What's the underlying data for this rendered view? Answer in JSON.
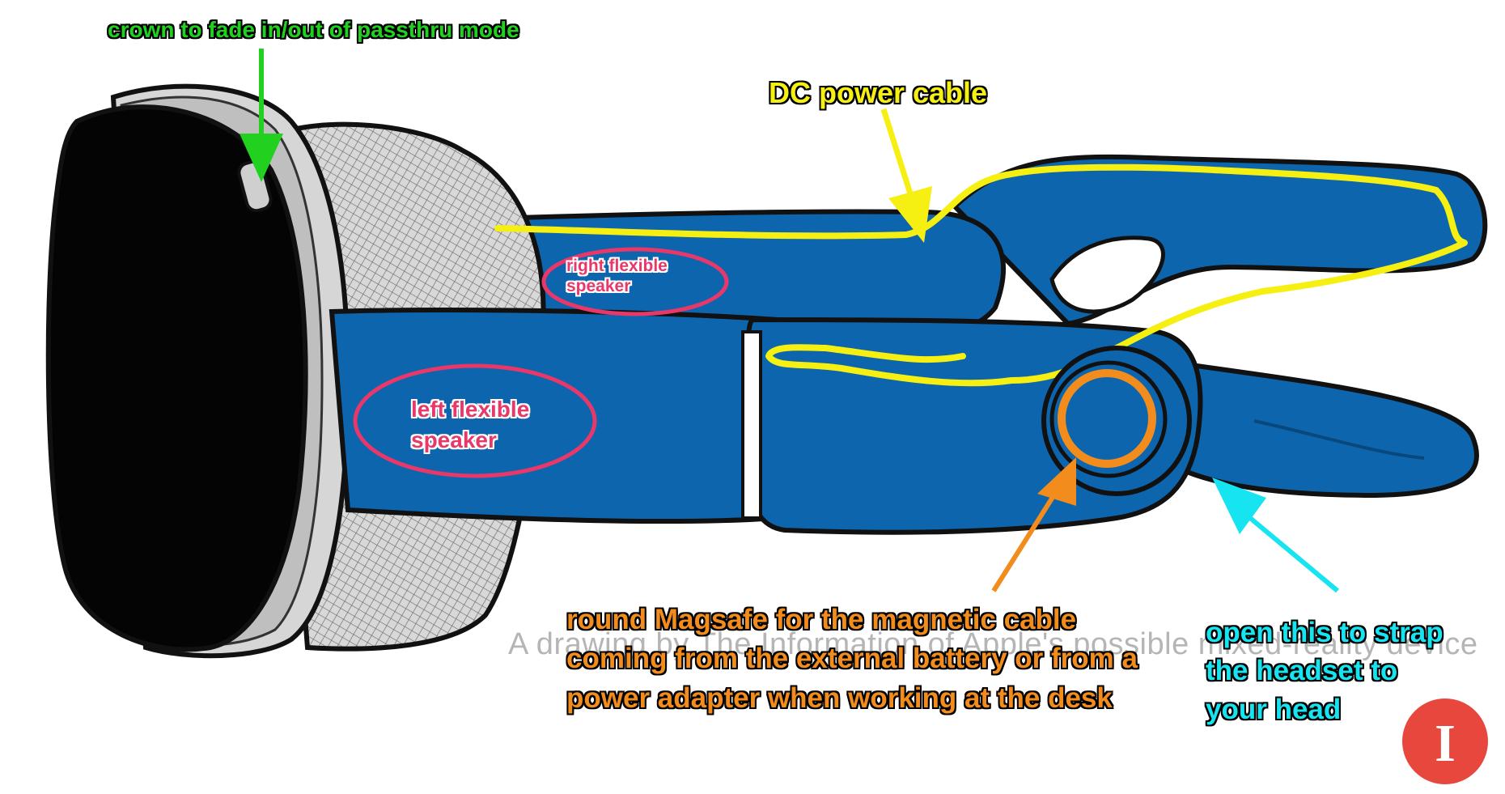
{
  "annotations": {
    "crown": "crown to fade in/out of passthru mode",
    "dc_cable": "DC power cable",
    "right_speaker": "right flexible\nspeaker",
    "left_speaker": "left flexible\nspeaker",
    "magsafe": "round Magsafe for the magnetic cable\ncoming from the external battery or from a\npower adapter when working at the desk",
    "strap": "open this to strap\nthe headset to\nyour head"
  },
  "caption": "A drawing by The Information of Apple's possible mixed-reality device",
  "logo_glyph": "I",
  "colors": {
    "strap_blue": "#0d65ad",
    "crown_label": "#22d11f",
    "cable_yellow": "#f5ef12",
    "speaker_pink": "#e8386a",
    "magsafe_orange": "#f28c1c",
    "strap_cyan": "#16e4f0",
    "logo_red": "#e8473e"
  },
  "icons": [
    "arrow-icon",
    "logo-icon"
  ]
}
